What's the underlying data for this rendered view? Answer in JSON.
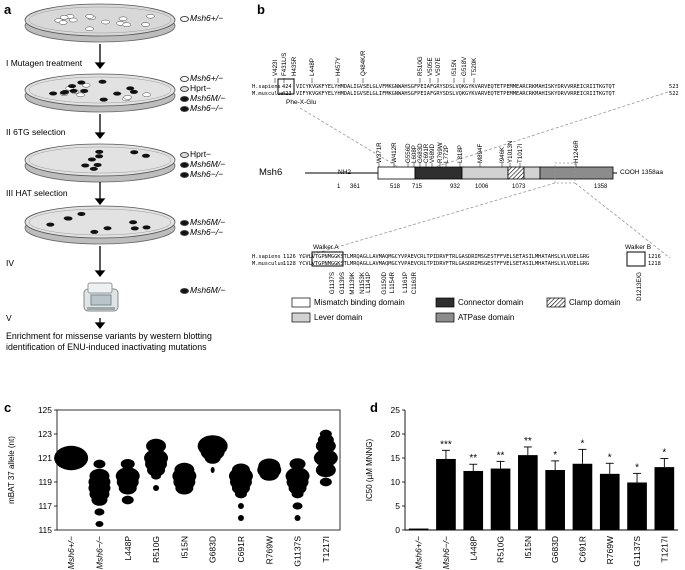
{
  "panels": {
    "a": {
      "letter": "a",
      "steps": [
        "I  Mutagen treatment",
        "II  6TG selection",
        "III  HAT selection",
        "IV",
        "V"
      ],
      "dish_labels": [
        [
          "Msh6+/−"
        ],
        [
          "Msh6+/−",
          "Hprt−",
          "Msh6M/−",
          "Msh6−/−"
        ],
        [
          "Hprt−",
          "Msh6M/−",
          "Msh6−/−"
        ],
        [
          "Msh6M/−",
          "Msh6−/−"
        ],
        [
          "Msh6M/−"
        ]
      ],
      "caption": "Enrichment for missense variants by western blotting identification of ENU-induced inactivating mutations"
    },
    "b": {
      "letter": "b",
      "protein": "Msh6",
      "nh2": "NH2",
      "cooh": "COOH  1358aa",
      "positions": [
        "1",
        "361",
        "518",
        "715",
        "932",
        "1006",
        "1073",
        "1358"
      ],
      "top_mutations": [
        "V423I",
        "F431L/S",
        "H435R",
        "L448P",
        "H457Y",
        "Q484K/R",
        "R510G",
        "V505E",
        "V507E",
        "I515N",
        "G518V",
        "T520K"
      ],
      "mid_mutations": [
        "W371R",
        "W412R",
        "G556D",
        "L608P",
        "G683D",
        "C691R",
        "V689D",
        "R769W",
        "L772P",
        "L818P",
        "M894F",
        "I946K",
        "Y1013N",
        "T1017I",
        "H1246R"
      ],
      "seq_top": {
        "hs_label": "H.sapiens",
        "hs_start": "424",
        "hs_end": "523",
        "hs_seq": "VICYKVGKFYELYHMDALIGVSELGLVFMKGNWAHSGFPEIAFGRYSDSLVQKGYKVARVEQTETPEMMEARCRKMAHISKYDRVVRREICRIITKGTQT",
        "mm_label": "M.musculus",
        "mm_start": "423",
        "mm_end": "522",
        "mm_seq": "VIFYKVGKFYELYHMDALIGVSELGLIFMKGNWAHSGFPEIAFGRYSDSLVQKGYKVARVEQTETPEMMEARCRKMAHISKYDRVVRREICRIITKGTQT",
        "motif": "Phe-X-Glu"
      },
      "seq_bottom": {
        "hs_label": "H.sapiens",
        "hs_start": "1126",
        "hs_end": "1216",
        "hs_seq": "YCVLVTGPNMGGKSTLMRQAGLLAVMAQMGCYVPAEVCRLTPIDRVFTRLGASDRIMSGESTFFVELSETASILMHATAHSLVLVDELGRG",
        "mm_label": "M.musculus",
        "mm_start": "1128",
        "mm_end": "1218",
        "mm_seq": "YCVLVTGPNMGGKSTLMRQAGLLAVMAQMGCYVPAEVCRLTPIDRVFTRLGASDRIMSGESTFFVELSETASILMHATAHSLVLVDELGRG",
        "walker_a": "Walker A",
        "walker_b": "Walker B",
        "bottom_mutations": [
          "G1137S",
          "G1139S",
          "M1139K",
          "N1153K",
          "L1141P",
          "G1150D",
          "L1154R",
          "L1161P",
          "C1163R",
          "D1213E/G"
        ]
      },
      "legend": [
        "Mismatch binding domain",
        "Connector domain",
        "Clamp domain",
        "Lever domain",
        "ATPase domain"
      ],
      "legend_colors": [
        "#ffffff",
        "#3a3a3a",
        "#hatch",
        "#cfcfcf",
        "#8a8a8a"
      ]
    },
    "c": {
      "letter": "c",
      "ylabel": "mBAT 37 allele (nt)",
      "yticks": [
        "125",
        "123",
        "121",
        "119",
        "117",
        "115"
      ]
    },
    "d": {
      "letter": "d",
      "ylabel": "IC50 (µM MNNG)",
      "yticks": [
        "25",
        "20",
        "15",
        "10",
        "5",
        "0"
      ]
    }
  },
  "chart_data": [
    {
      "type": "scatter",
      "ylabel": "mBAT 37 allele (nt)",
      "ylim": [
        115,
        125
      ],
      "categories": [
        "Msh6+/−",
        "Msh6−/−",
        "L448P",
        "R510G",
        "I515N",
        "G683D",
        "C691R",
        "R769W",
        "G1137S",
        "T1217I"
      ],
      "modal_allele": [
        121,
        119,
        119.5,
        121,
        119.5,
        122,
        119.5,
        120,
        119.5,
        121
      ]
    },
    {
      "type": "bar",
      "ylabel": "IC50 (µM MNNG)",
      "ylim": [
        0,
        25
      ],
      "categories": [
        "Msh6+/−",
        "Msh6−/−",
        "L448P",
        "R510G",
        "I515N",
        "G683D",
        "C691R",
        "R769W",
        "G1137S",
        "T1217I"
      ],
      "values": [
        0.3,
        14.8,
        12.3,
        12.8,
        15.6,
        12.5,
        13.8,
        11.7,
        9.9,
        13.1
      ],
      "errors": [
        0.1,
        1.8,
        1.4,
        1.5,
        1.7,
        1.9,
        3.0,
        2.2,
        1.9,
        1.8
      ],
      "significance": [
        "",
        "***",
        "**",
        "**",
        "**",
        "*",
        "*",
        "*",
        "*",
        "*"
      ]
    }
  ]
}
